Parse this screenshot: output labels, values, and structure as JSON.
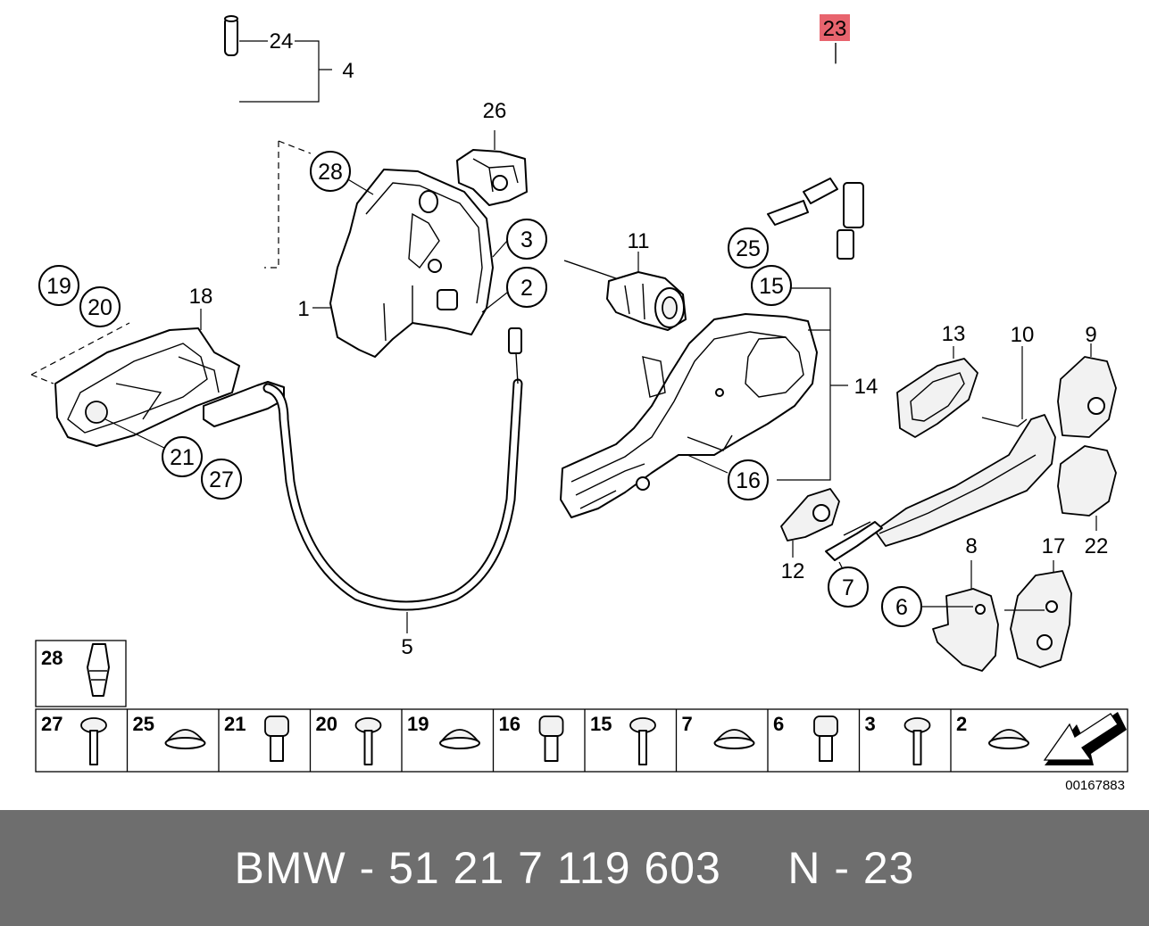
{
  "diagram": {
    "callouts": {
      "c1": "1",
      "c2": "2",
      "c3": "3",
      "c4": "4",
      "c5": "5",
      "c6": "6",
      "c7": "7",
      "c8": "8",
      "c9": "9",
      "c10": "10",
      "c11": "11",
      "c12": "12",
      "c13": "13",
      "c14": "14",
      "c15": "15",
      "c16": "16",
      "c17": "17",
      "c18": "18",
      "c19": "19",
      "c20": "20",
      "c21": "21",
      "c22": "22",
      "c23": "23",
      "c24": "24",
      "c25": "25",
      "c26": "26",
      "c27": "27",
      "c28": "28"
    },
    "highlight_color": "#e8646e",
    "reference_number": "00167883",
    "parts_table": {
      "top_cell": "28",
      "bottom_cells": [
        "27",
        "25",
        "21",
        "20",
        "19",
        "16",
        "15",
        "7",
        "6",
        "3",
        "2"
      ]
    },
    "icons": [
      "arrow-icon"
    ]
  },
  "footer": {
    "text": "BMW - 51 21 7 119 603     N - 23",
    "background": "#6e6e6e"
  }
}
